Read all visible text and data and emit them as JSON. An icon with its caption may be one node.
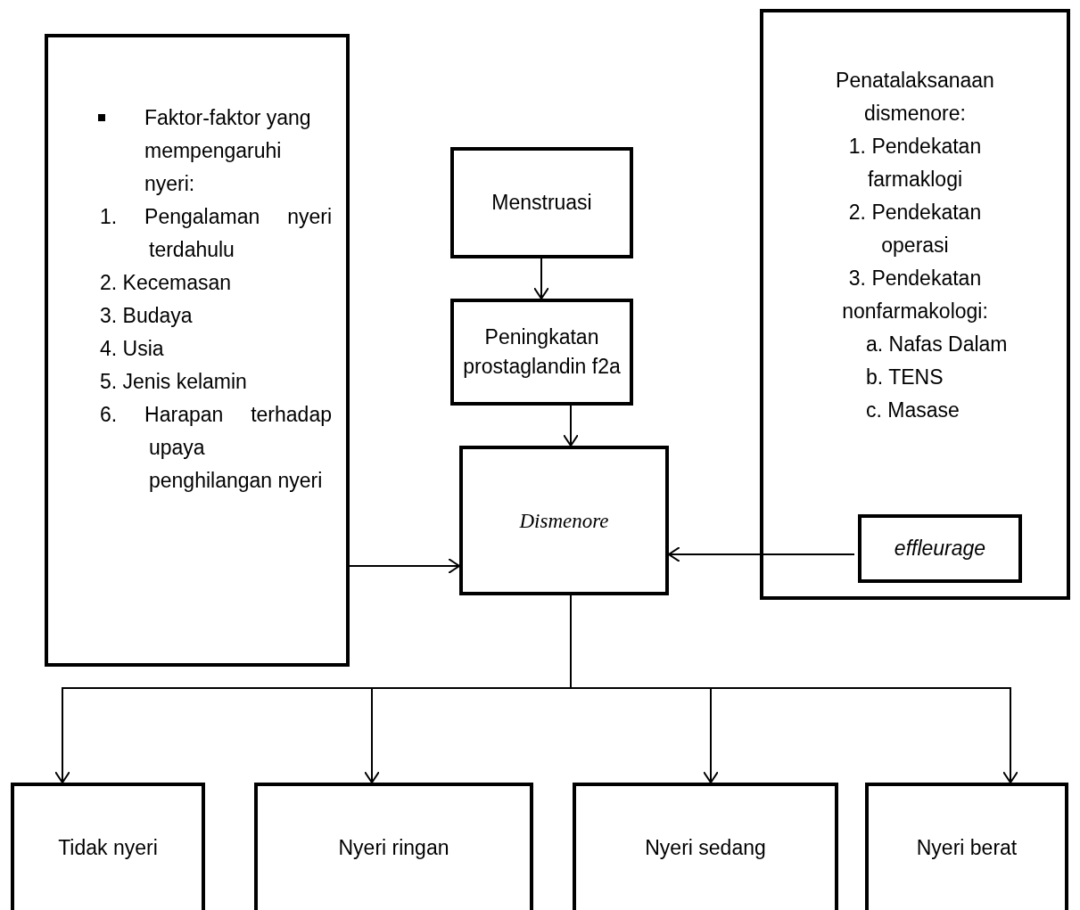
{
  "diagram": {
    "nodes": [
      {
        "text": [
          "Faktor-faktor yang mempengaruhi nyeri:",
          "1. Pengalaman nyeri terdahulu",
          "2. Kecemasan",
          "3. Budaya",
          "4. Usia",
          "5. Jenis kelamin",
          "6. Harapan terhadap upaya penghilangan nyeri"
        ]
      },
      {
        "text": [
          "Menstruasi"
        ]
      },
      {
        "text": [
          "Peningkatan prostaglandin f2a"
        ]
      },
      {
        "text": [
          "Dismenore"
        ]
      },
      {
        "text": [
          "Penatalaksanaan dismenore:",
          "1. Pendekatan farmaklogi",
          "2. Pendekatan operasi",
          "3. Pendekatan nonfarmakologi:",
          "a. Nafas Dalam",
          "b. TENS",
          "c. Masase"
        ]
      },
      {
        "text": [
          "effleurage"
        ],
        "in": 4
      },
      {
        "text": [
          "Tidak nyeri"
        ]
      },
      {
        "text": [
          "Nyeri ringan"
        ]
      },
      {
        "text": [
          "Nyeri sedang"
        ]
      },
      {
        "text": [
          "Nyeri berat"
        ]
      }
    ],
    "edges": [
      {
        "from": 1,
        "to": 2,
        "arrow": "to"
      },
      {
        "from": 2,
        "to": 3,
        "arrow": "to"
      },
      {
        "from": 0,
        "to": 3,
        "arrow": "to"
      },
      {
        "from": 5,
        "to": 3,
        "arrow": "to"
      },
      {
        "from": 3,
        "to": 6,
        "arrow": "to"
      },
      {
        "from": 3,
        "to": 7,
        "arrow": "to"
      },
      {
        "from": 3,
        "to": 8,
        "arrow": "to"
      },
      {
        "from": 3,
        "to": 9,
        "arrow": "to"
      }
    ]
  }
}
